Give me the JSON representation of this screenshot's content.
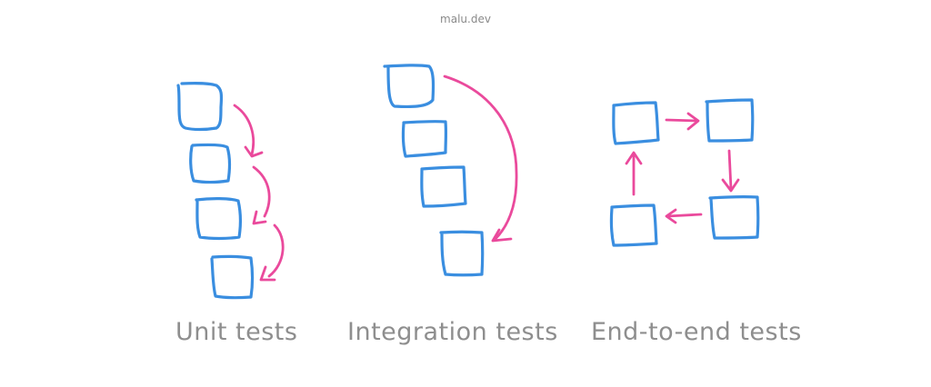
{
  "watermark": "malu.dev",
  "colors": {
    "box": "#3a8ee0",
    "arrow": "#ea4a9c",
    "label": "#8e8e8e"
  },
  "sections": [
    {
      "id": "unit",
      "label": "Unit tests",
      "box_count": 4,
      "arrows": "chain between consecutive boxes"
    },
    {
      "id": "integration",
      "label": "Integration tests",
      "box_count": 4,
      "arrows": "single arc from first to last box"
    },
    {
      "id": "e2e",
      "label": "End-to-end tests",
      "box_count": 4,
      "arrows": "clockwise cycle"
    }
  ]
}
